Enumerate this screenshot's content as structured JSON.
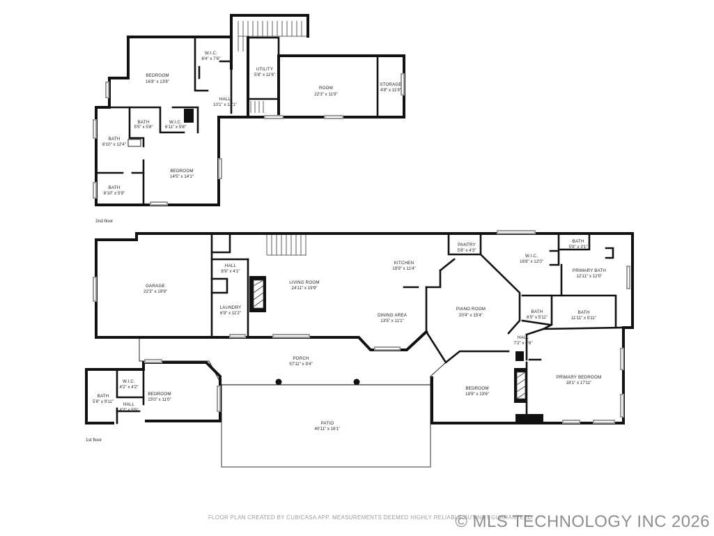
{
  "floors": [
    {
      "label": "2nd floor",
      "rooms": [
        {
          "name": "BEDROOM",
          "dim": "16'8\" x 13'8\""
        },
        {
          "name": "W.I.C.",
          "dim": "6'4\" x 7'6\""
        },
        {
          "name": "UTILITY",
          "dim": "5'8\" x 11'6\""
        },
        {
          "name": "ROOM",
          "dim": "22'3\" x 11'9\""
        },
        {
          "name": "STORAGE",
          "dim": "4'8\" x 11'9\""
        },
        {
          "name": "HALL",
          "dim": "10'1\" x 13'1\""
        },
        {
          "name": "BATH",
          "dim": "5'5\" x 5'8\""
        },
        {
          "name": "W.I.C.",
          "dim": "6'11\" x 5'8\""
        },
        {
          "name": "BATH",
          "dim": "8'10\" x 12'4\""
        },
        {
          "name": "BEDROOM",
          "dim": "14'5\" x 14'1\""
        },
        {
          "name": "BATH",
          "dim": "8'10\" x 5'9\""
        }
      ]
    },
    {
      "label": "1st floor",
      "rooms": [
        {
          "name": "GARAGE",
          "dim": "22'3\" x 19'9\""
        },
        {
          "name": "HALL",
          "dim": "6'9\" x 4'1\""
        },
        {
          "name": "LAUNDRY",
          "dim": "6'9\" x 11'2\""
        },
        {
          "name": "LIVING ROOM",
          "dim": "24'11\" x 19'9\""
        },
        {
          "name": "KITCHEN",
          "dim": "19'9\" x 11'4\""
        },
        {
          "name": "PANTRY",
          "dim": "5'8\" x 4'3\""
        },
        {
          "name": "DINING AREA",
          "dim": "13'5\" x 11'1\""
        },
        {
          "name": "PIANO ROOM",
          "dim": "20'4\" x 15'4\""
        },
        {
          "name": "W.I.C.",
          "dim": "16'8\" x 12'0\""
        },
        {
          "name": "BATH",
          "dim": "5'9\" x 3'1\""
        },
        {
          "name": "PRIMARY BATH",
          "dim": "12'11\" x 12'0\""
        },
        {
          "name": "BATH",
          "dim": "6'5\" x 5'11\""
        },
        {
          "name": "BATH",
          "dim": "11'11\" x 5'11\""
        },
        {
          "name": "HALL",
          "dim": "7'2\" x 6'6\""
        },
        {
          "name": "PORCH",
          "dim": "57'11\" x 9'4\""
        },
        {
          "name": "BATH",
          "dim": "5'8\" x 9'11\""
        },
        {
          "name": "W.I.C.",
          "dim": "4'2\" x 4'2\""
        },
        {
          "name": "HALL",
          "dim": "4'2\" x 5'5\""
        },
        {
          "name": "BEDROOM",
          "dim": "15'0\" x 11'0\""
        },
        {
          "name": "BEDROOM",
          "dim": "18'9\" x 13'6\""
        },
        {
          "name": "PRIMARY BEDROOM",
          "dim": "18'1\" x 17'11\""
        },
        {
          "name": "PATIO",
          "dim": "40'11\" x 16'1\""
        }
      ]
    }
  ],
  "disclaimer": "FLOOR PLAN CREATED BY CUBICASA APP. MEASUREMENTS DEEMED HIGHLY RELIABLE BUT NOT GUARANTEED.",
  "watermark": "© MLS TECHNOLOGY INC 2026",
  "colors": {
    "wall": "#111111",
    "window": "#9a9a9a",
    "watermark": "#7b7b7b"
  }
}
